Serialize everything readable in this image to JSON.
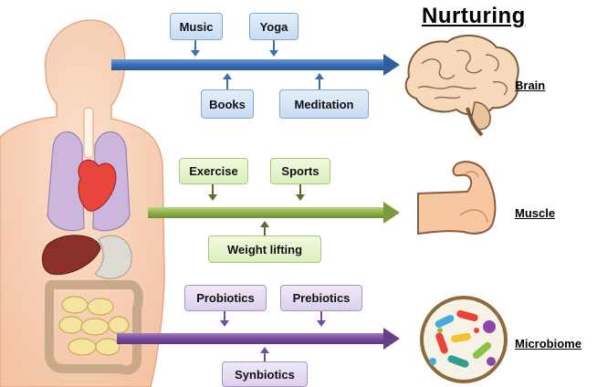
{
  "title": "Nurturing",
  "rows": [
    {
      "target": "Brain",
      "color": "#3a6fb5",
      "top_items": [
        "Music",
        "Yoga"
      ],
      "bottom_items": [
        "Books",
        "Meditation"
      ]
    },
    {
      "target": "Muscle",
      "color": "#8db34a",
      "top_items": [
        "Exercise",
        "Sports"
      ],
      "bottom_items": [
        "Weight lifting"
      ]
    },
    {
      "target": "Microbiome",
      "color": "#7a4c9e",
      "top_items": [
        "Probiotics",
        "Prebiotics"
      ],
      "bottom_items": [
        "Synbiotics"
      ]
    }
  ]
}
